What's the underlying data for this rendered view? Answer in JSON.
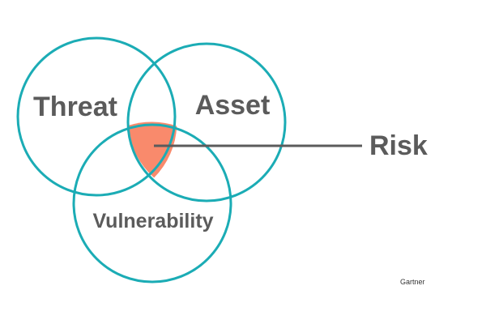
{
  "labels": {
    "threat": "Threat",
    "asset": "Asset",
    "vulnerability": "Vulnerability",
    "risk": "Risk",
    "source": "Gartner"
  },
  "colors": {
    "circle_stroke": "#1bacb5",
    "risk_fill": "#f98a6c",
    "text": "#5b5b5b",
    "connector": "#5b5b5b",
    "background": "#ffffff"
  }
}
